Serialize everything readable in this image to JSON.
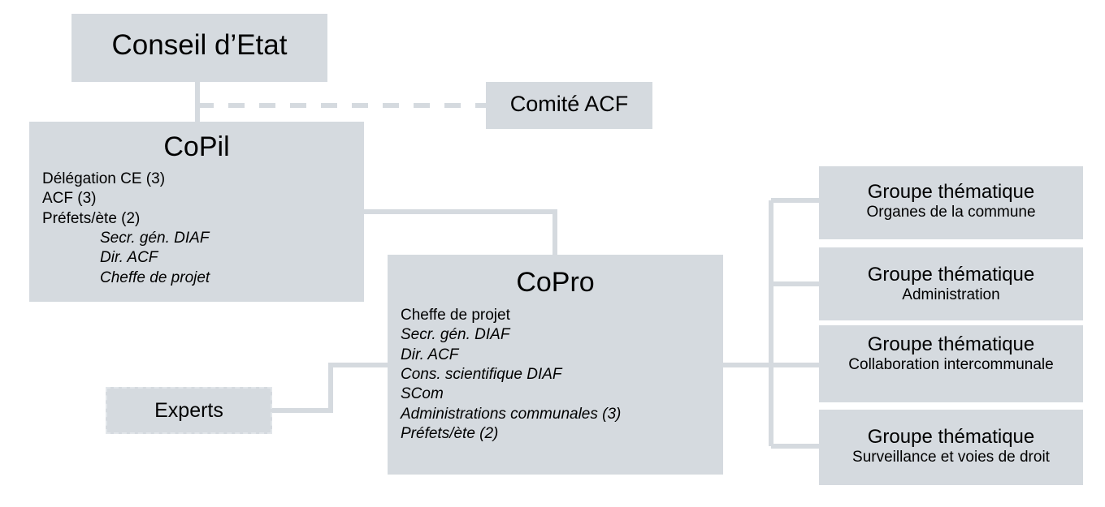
{
  "diagram": {
    "type": "organizational-chart",
    "background_color": "#ffffff",
    "box_fill_color": "#d5dadf",
    "connector_color": "#d5dadf",
    "text_color": "#000000"
  },
  "nodes": {
    "conseil": {
      "title": "Conseil d’Etat"
    },
    "comite": {
      "title": "Comité ACF"
    },
    "copil": {
      "title": "CoPil",
      "lines": [
        {
          "text": "Délégation CE (3)",
          "style": "normal",
          "indent": false
        },
        {
          "text": "ACF (3)",
          "style": "normal",
          "indent": false
        },
        {
          "text": "Préfets/ète (2)",
          "style": "normal",
          "indent": false
        },
        {
          "text": "Secr. gén. DIAF",
          "style": "italic",
          "indent": true
        },
        {
          "text": "Dir. ACF",
          "style": "italic",
          "indent": true
        },
        {
          "text": "Cheffe de projet",
          "style": "italic",
          "indent": true
        }
      ]
    },
    "copro": {
      "title": "CoPro",
      "lines": [
        {
          "text": "Cheffe de projet",
          "style": "normal",
          "indent": false
        },
        {
          "text": "Secr. gén. DIAF",
          "style": "italic",
          "indent": false
        },
        {
          "text": "Dir. ACF",
          "style": "italic",
          "indent": false
        },
        {
          "text": "Cons. scientifique DIAF",
          "style": "italic",
          "indent": false
        },
        {
          "text": "SCom",
          "style": "italic",
          "indent": false
        },
        {
          "text": "Administrations communales (3)",
          "style": "italic",
          "indent": false
        },
        {
          "text": "Préfets/ète (2)",
          "style": "italic",
          "indent": false
        }
      ]
    },
    "experts": {
      "title": "Experts"
    }
  },
  "thematic_groups": [
    {
      "title": "Groupe thématique",
      "subtitle": "Organes de la commune"
    },
    {
      "title": "Groupe thématique",
      "subtitle": "Administration"
    },
    {
      "title": "Groupe thématique",
      "subtitle": "Collaboration\nintercommunale"
    },
    {
      "title": "Groupe thématique",
      "subtitle": "Surveillance et voies de droit"
    }
  ],
  "connections": [
    {
      "from": "conseil",
      "to": "copil",
      "style": "solid"
    },
    {
      "from": "conseil",
      "to": "comite",
      "style": "dashed"
    },
    {
      "from": "copil",
      "to": "copro",
      "style": "solid"
    },
    {
      "from": "experts",
      "to": "copro",
      "style": "solid"
    },
    {
      "from": "copro",
      "to": "thematic-group-0",
      "style": "solid"
    },
    {
      "from": "copro",
      "to": "thematic-group-1",
      "style": "solid"
    },
    {
      "from": "copro",
      "to": "thematic-group-2",
      "style": "solid"
    },
    {
      "from": "copro",
      "to": "thematic-group-3",
      "style": "solid"
    }
  ]
}
